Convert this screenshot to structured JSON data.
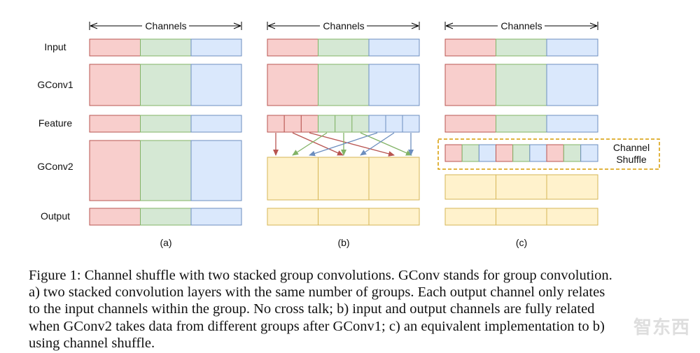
{
  "figure": {
    "header_label": "Channels",
    "row_labels": [
      "Input",
      "GConv1",
      "Feature",
      "GConv2",
      "Output"
    ],
    "panel_labels": [
      "(a)",
      "(b)",
      "(c)"
    ],
    "shuffle_label_lines": [
      "Channel",
      "Shuffle"
    ],
    "colors": {
      "red_fill": "#f8cecc",
      "red_stroke": "#b85450",
      "green_fill": "#d5e8d4",
      "green_stroke": "#82b366",
      "blue_fill": "#dae8fc",
      "blue_stroke": "#6c8ebf",
      "yellow_fill": "#fff2cc",
      "yellow_stroke": "#d6b656",
      "dashed_box": "#d79b00"
    }
  },
  "caption": {
    "lines": [
      "Figure 1: Channel shuffle with two stacked group convolutions. GConv stands for group convolution.",
      "a) two stacked convolution layers with the same number of groups. Each output channel only relates",
      "to the input channels within the group. No cross talk; b) input and output channels are fully related",
      "when GConv2 takes data from different groups after GConv1; c) an equivalent implementation to b)",
      "using channel shuffle."
    ]
  },
  "watermark": "智东西"
}
